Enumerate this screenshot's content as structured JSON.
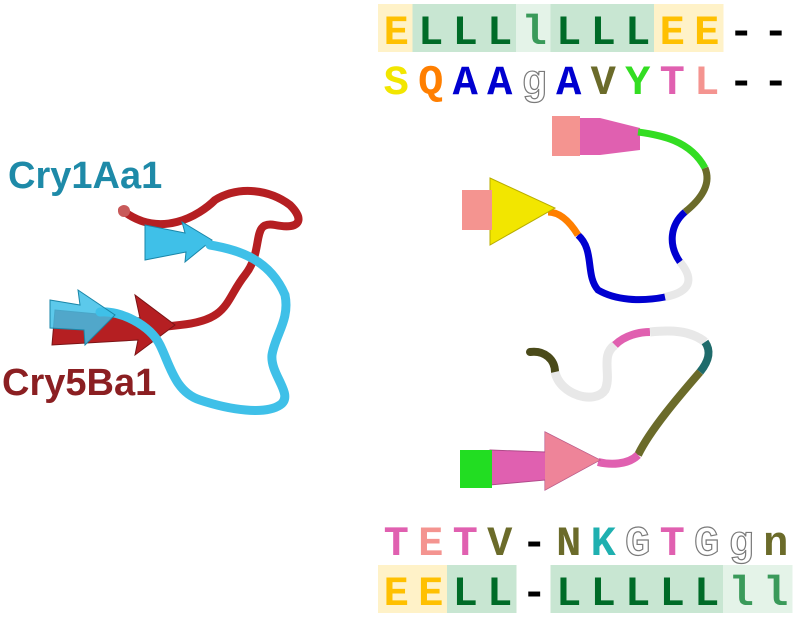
{
  "labels": {
    "top_protein": "Cry1Aa1",
    "bottom_protein": "Cry5Ba1"
  },
  "colors": {
    "cry1aa1": "#1e8aa8",
    "cry5ba1": "#8b1f22",
    "ribbon_cyan": "#3fc0e8",
    "ribbon_red": "#b51f22",
    "E": "#ffc000",
    "L": "#006b28",
    "l": "#3a9a5a",
    "S": "#f2e600",
    "Q": "#ff7f00",
    "A": "#0000d0",
    "V": "#6b6b2a",
    "Y": "#33dd22",
    "T": "#e060b0",
    "Tsalmon": "#f49490",
    "N": "#6b6b2a",
    "K": "#1fb0b0",
    "white_res": "#ffffff",
    "E_bg": "#fff2c8",
    "L_bg": "#c8e6d2",
    "l_bg": "#e4f3e8"
  },
  "seq_top_ss": [
    "E",
    "L",
    "L",
    "L",
    "l",
    "L",
    "L",
    "L",
    "E",
    "E",
    "-",
    "-"
  ],
  "seq_top_aa": [
    "S",
    "Q",
    "A",
    "A",
    "g",
    "A",
    "V",
    "Y",
    "T",
    "L",
    "-",
    "-"
  ],
  "seq_bottom_aa": [
    "T",
    "E",
    "T",
    "V",
    "-",
    "N",
    "K",
    "G",
    "T",
    "G",
    "g",
    "n"
  ],
  "seq_bottom_ss": [
    "E",
    "E",
    "L",
    "L",
    "-",
    "L",
    "L",
    "L",
    "L",
    "L",
    "l",
    "l"
  ]
}
